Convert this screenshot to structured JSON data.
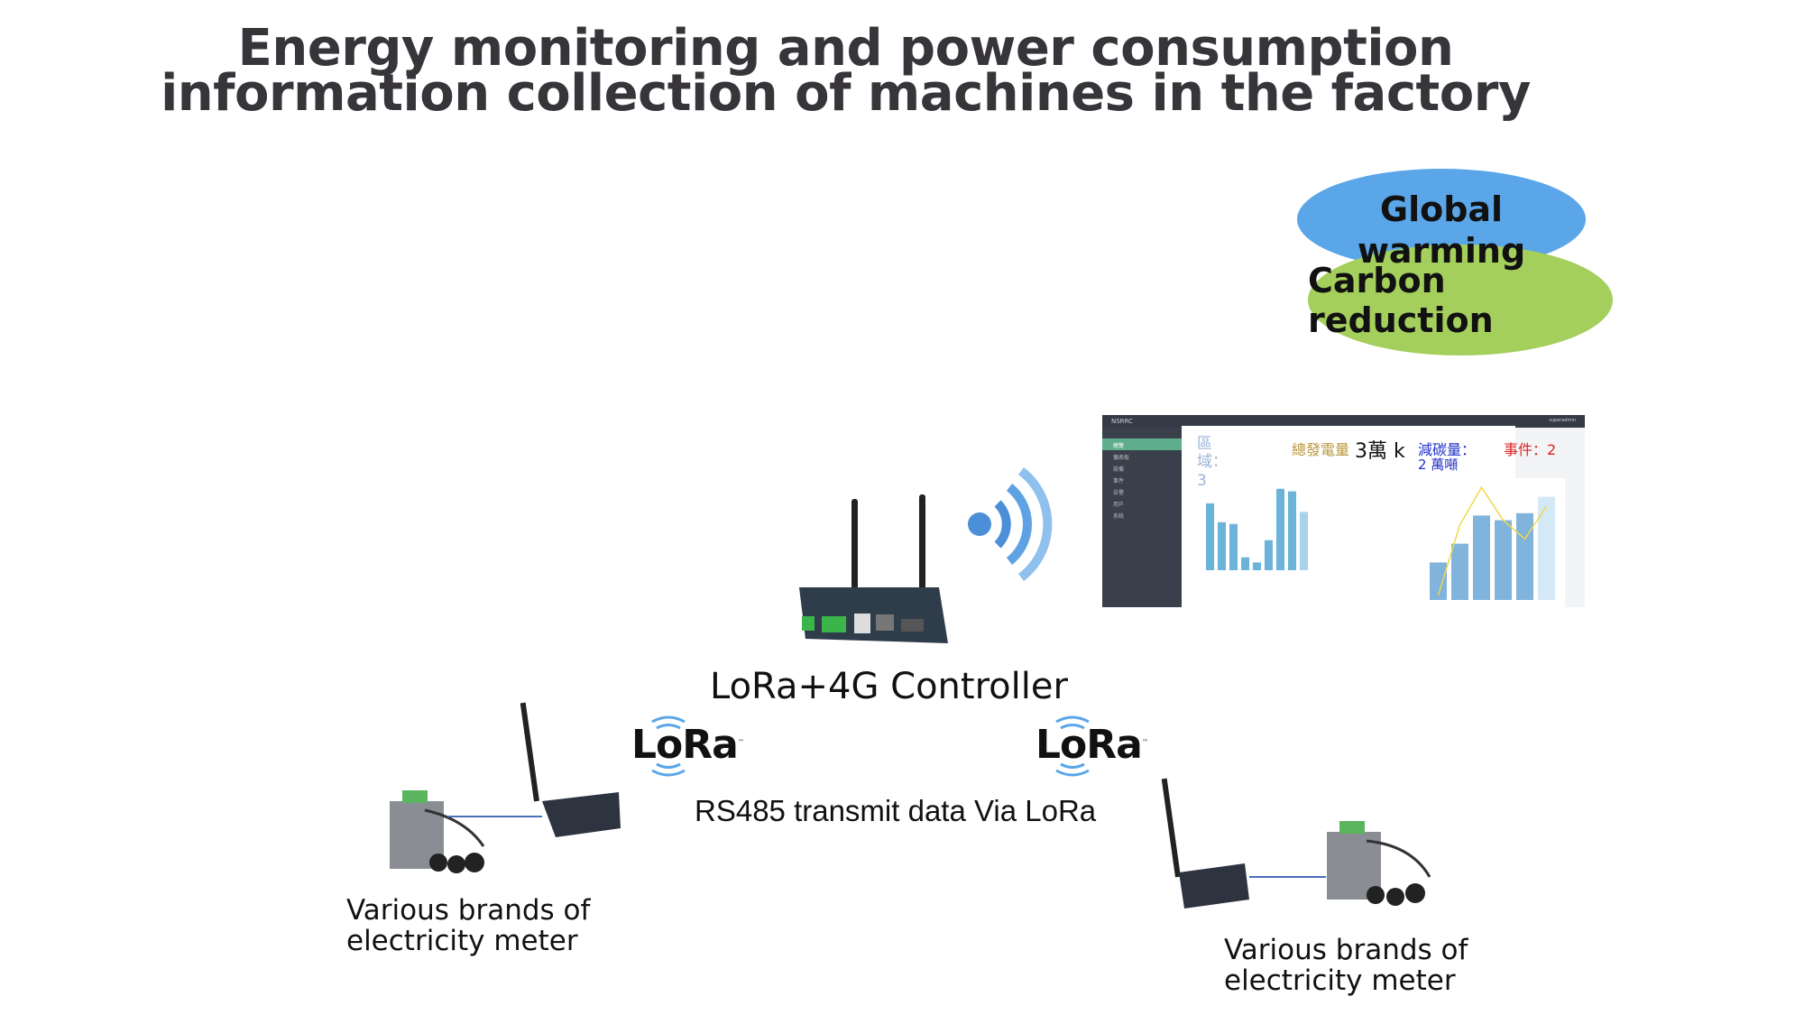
{
  "title": {
    "line1": "Energy monitoring and power consumption",
    "line2": "information collection of machines in the factory"
  },
  "bubbles": {
    "global_warming": "Global warming",
    "carbon_reduction": "Carbon reduction",
    "colors": {
      "blue": "#5aa6e8",
      "green": "#a4cf5c"
    }
  },
  "dashboard": {
    "brand": "NSRRC",
    "user": "superadmin",
    "sidebar": [
      "總覽",
      "儀表板",
      "設備",
      "事件",
      "告警",
      "用戶",
      "系統"
    ],
    "area_label": "區域：",
    "area_value": "3",
    "total_power_label": "總發電量",
    "total_power_value": "3萬 k",
    "carbon_label": "減碳量：",
    "carbon_value": "2 萬噸",
    "events_label": "事件：2",
    "chart_data": [
      {
        "type": "bar",
        "values": [
          780,
          560,
          540,
          150,
          90,
          350,
          950,
          920,
          680
        ]
      },
      {
        "type": "bar",
        "values": [
          28,
          32,
          38,
          37,
          38.5,
          42
        ],
        "line": [
          21,
          36,
          44,
          37,
          33,
          40
        ]
      }
    ]
  },
  "controller": {
    "label": "LoRa+4G Controller"
  },
  "lora_logo": {
    "text": "LoRa",
    "tm": "™"
  },
  "link_label": "RS485 transmit data Via LoRa",
  "meter_left": {
    "line1": "Various brands of",
    "line2": "electricity meter"
  },
  "meter_right": {
    "line1": "Various brands of",
    "line2": "electricity meter"
  }
}
